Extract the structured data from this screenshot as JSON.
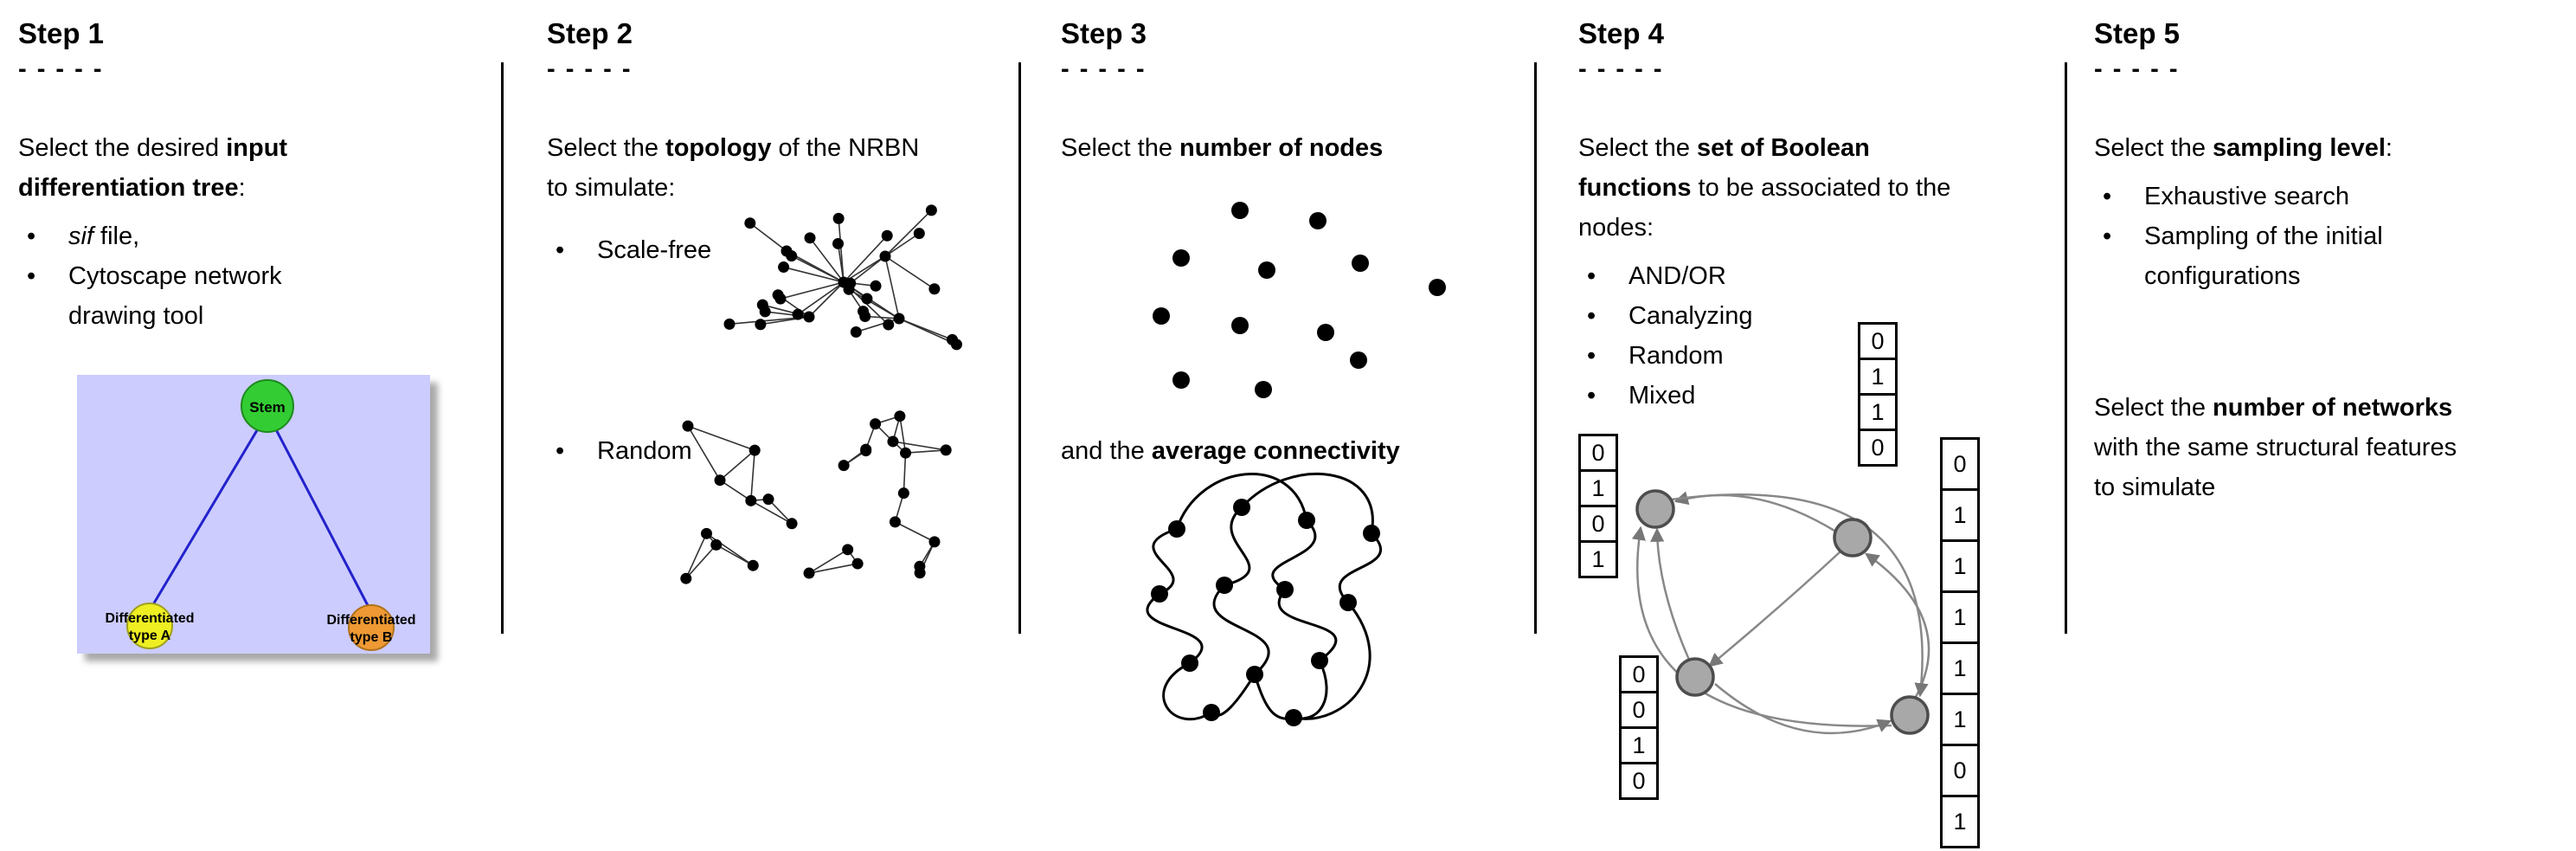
{
  "steps": [
    {
      "title": "Step 1",
      "dashes": "- - - - -",
      "intro": {
        "pre": "Select the desired ",
        "bold": "input differentiation tree",
        "post": ":"
      },
      "bullets": [
        {
          "italic": "sif",
          "text": " file,"
        },
        {
          "text": "Cytoscape network drawing tool"
        }
      ],
      "tree": {
        "root_label": "Stem",
        "left_label_line1": "Differentiated",
        "left_label_line2": "type A",
        "right_label_line1": "Differentiated",
        "right_label_line2": "type B"
      }
    },
    {
      "title": "Step 2",
      "dashes": "- - - - -",
      "intro": {
        "pre": "Select the ",
        "bold": "topology",
        "post": " of the NRBN to simulate:"
      },
      "bullets": [
        {
          "text": "Scale-free"
        },
        {
          "text": "Random"
        }
      ]
    },
    {
      "title": "Step 3",
      "dashes": "- - - - -",
      "line1": {
        "pre": "Select the ",
        "bold": "number of nodes",
        "post": ""
      },
      "line2": {
        "pre": "and the ",
        "bold": "average connectivity",
        "post": ""
      }
    },
    {
      "title": "Step 4",
      "dashes": "- - - - -",
      "intro": {
        "pre": "Select the ",
        "bold": "set of Boolean functions",
        "post": " to be associated to the nodes:"
      },
      "bullets": [
        {
          "text": "AND/OR"
        },
        {
          "text": "Canalyzing"
        },
        {
          "text": "Random"
        },
        {
          "text": "Mixed"
        }
      ],
      "truth_tables": {
        "top": [
          "0",
          "1",
          "1",
          "0"
        ],
        "left": [
          "0",
          "1",
          "0",
          "1"
        ],
        "bottom": [
          "0",
          "0",
          "1",
          "0"
        ],
        "right": [
          "0",
          "1",
          "1",
          "1",
          "1",
          "1",
          "0",
          "1"
        ]
      }
    },
    {
      "title": "Step 5",
      "dashes": "- - - - -",
      "intro": {
        "pre": "Select the ",
        "bold": "sampling level",
        "post": ":"
      },
      "bullets": [
        {
          "text": "Exhaustive search"
        },
        {
          "text": "Sampling of the initial configurations"
        }
      ],
      "second": {
        "pre": "Select the ",
        "bold": "number of networks",
        "post": " with the same structural features to simulate"
      }
    }
  ],
  "colors": {
    "tree_background": "#ccccff",
    "stem_node": "#33cc33",
    "type_a_node": "#eeee22",
    "type_b_node": "#ee9933",
    "tree_edge": "#2222cc",
    "boolean_node": "#a8a8a8",
    "divider": "#000000"
  }
}
